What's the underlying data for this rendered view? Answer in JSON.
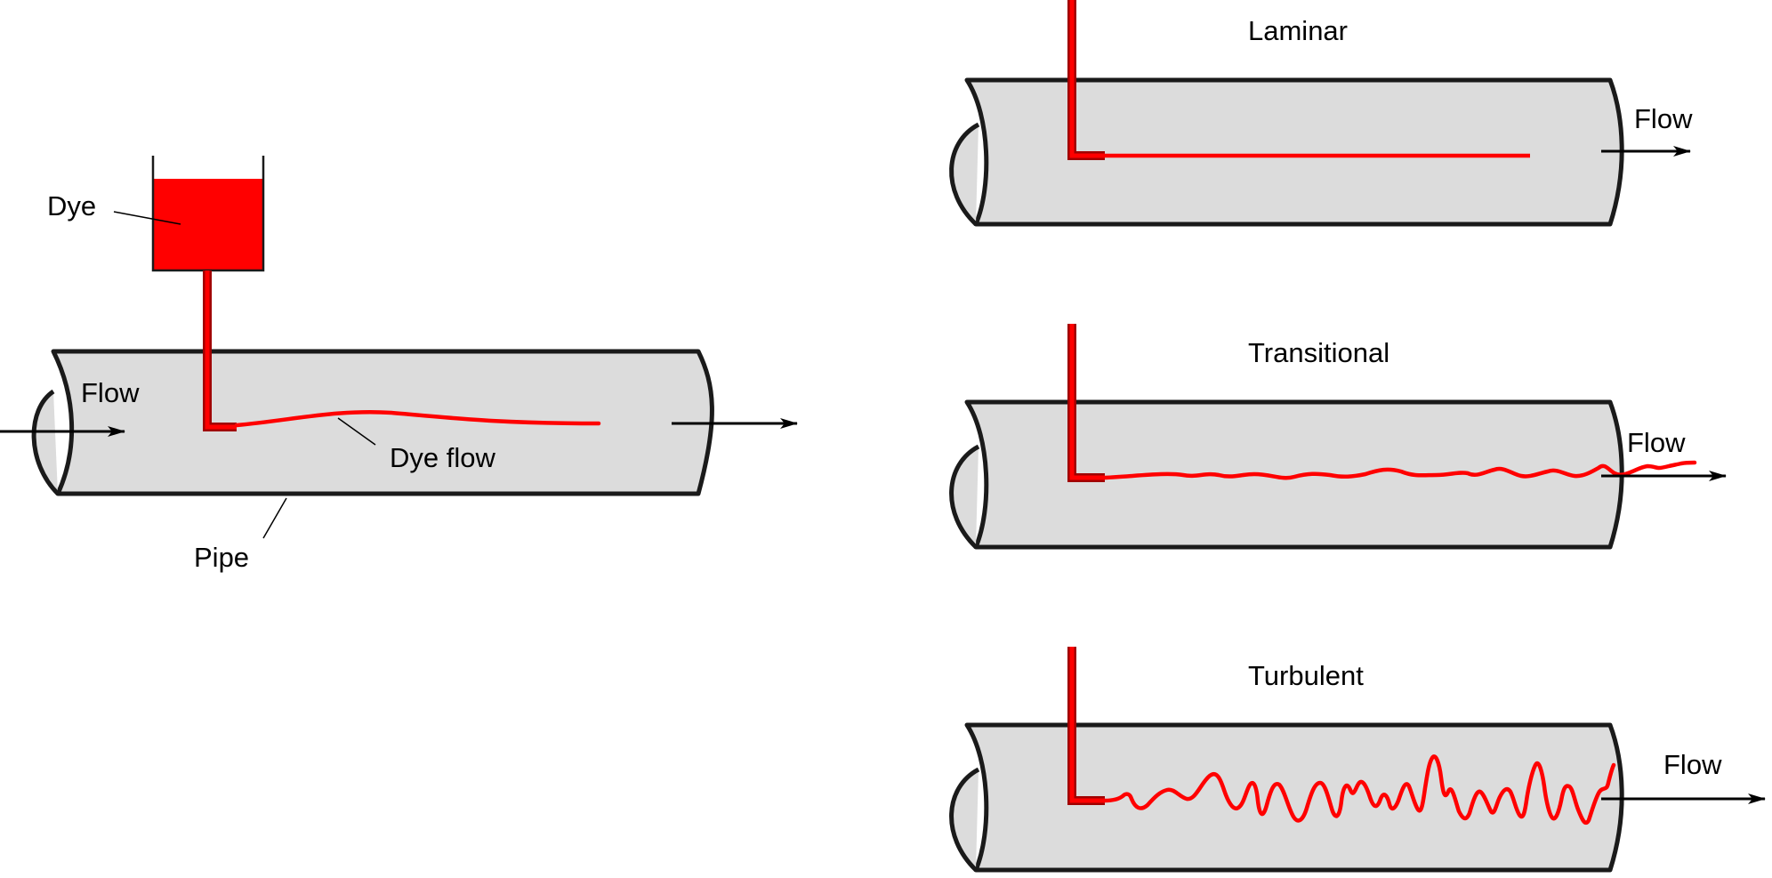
{
  "left_diagram": {
    "dye_label": "Dye",
    "flow_label": "Flow",
    "dye_flow_label": "Dye flow",
    "pipe_label": "Pipe"
  },
  "regimes": [
    {
      "title": "Laminar",
      "flow_label": "Flow"
    },
    {
      "title": "Transitional",
      "flow_label": "Flow"
    },
    {
      "title": "Turbulent",
      "flow_label": "Flow"
    }
  ],
  "colors": {
    "pipe_fill": "#dcdcdc",
    "dye": "#ff0000",
    "dye_tube_stroke": "#c00000",
    "outline": "#1a1a1a"
  }
}
